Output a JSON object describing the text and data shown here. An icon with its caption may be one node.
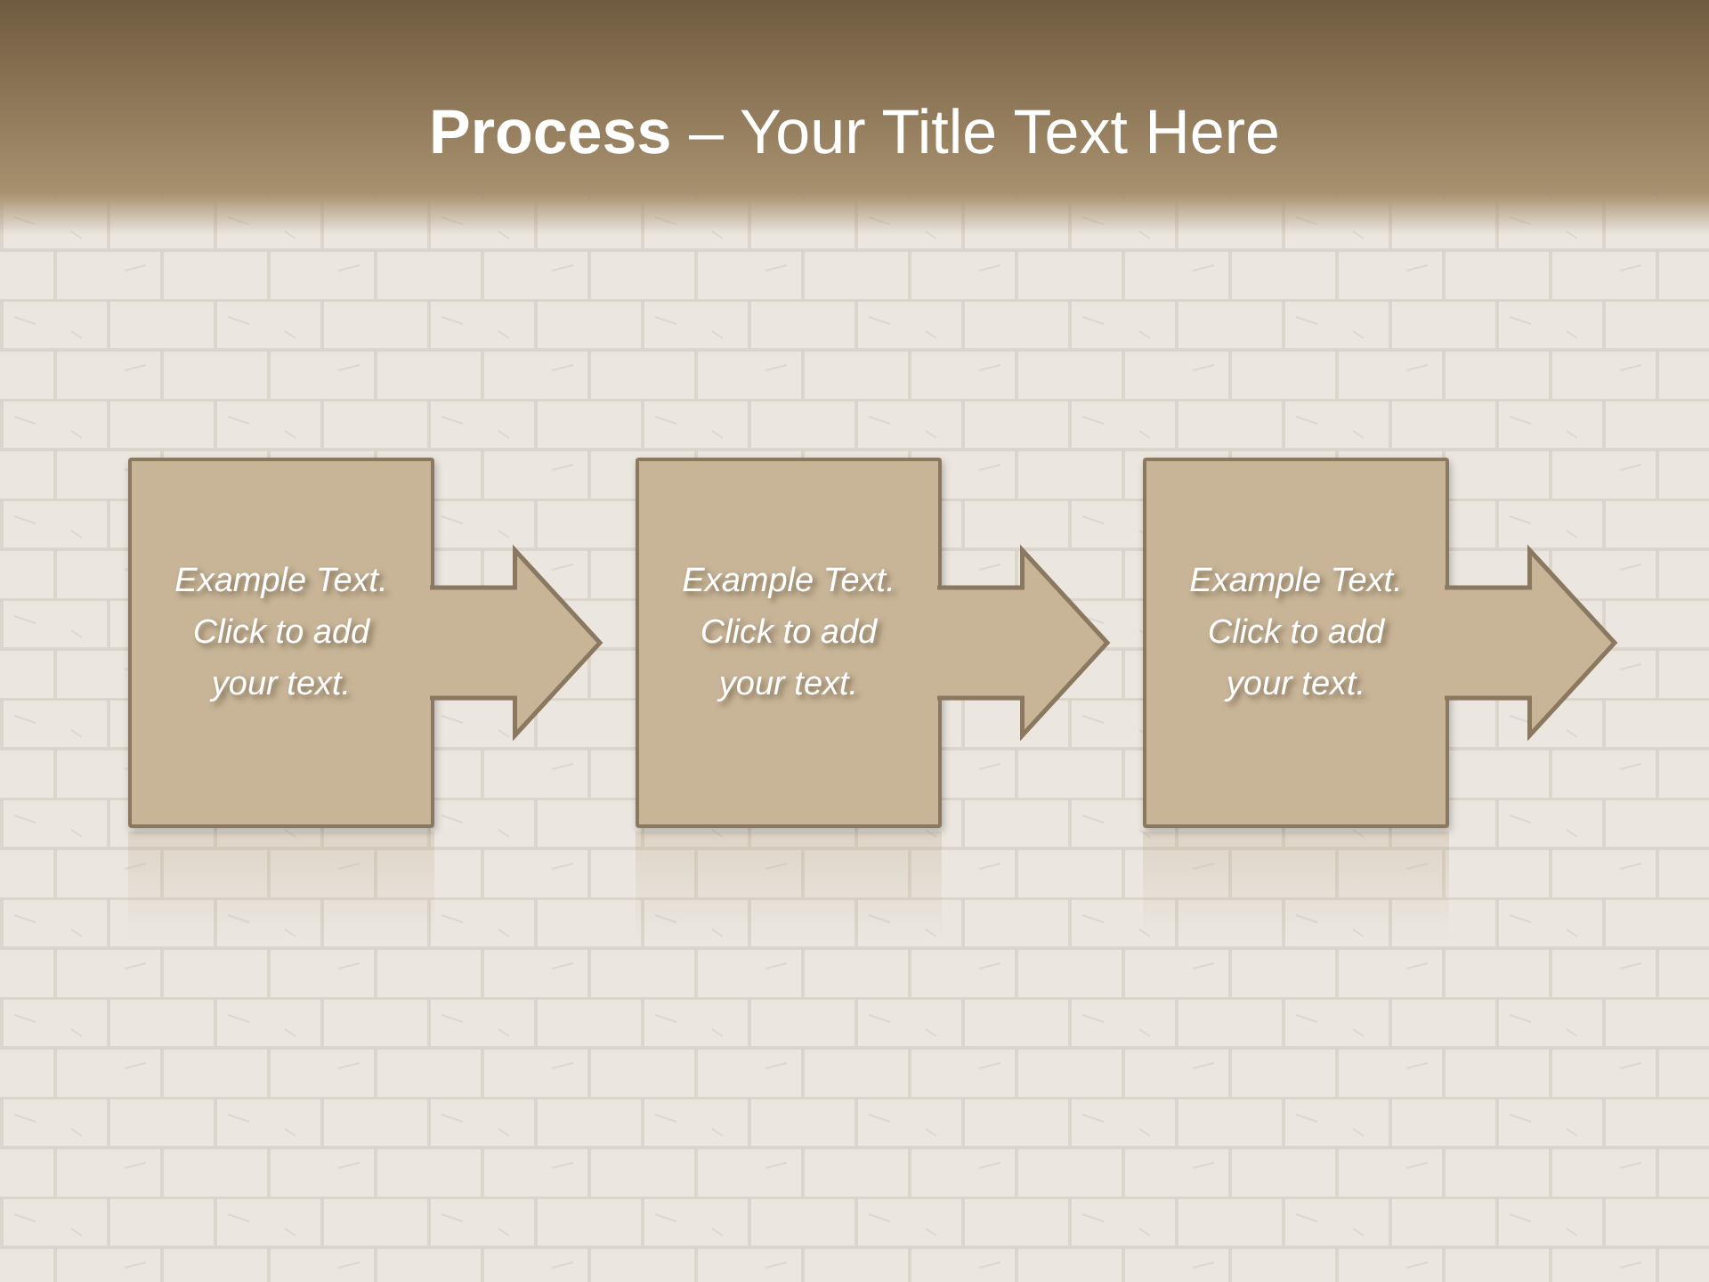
{
  "diagram": {
    "title": "**Process** – Your Title Text Here",
    "nodes": [
      {
        "text": [
          "Example Text. Click  to add your text."
        ]
      },
      {
        "text": [
          "Example Text. Click  to add your text."
        ]
      },
      {
        "text": [
          "Example Text. Click  to add your text."
        ]
      }
    ],
    "edges": [
      {
        "from": 0,
        "to": 1,
        "arrow": "to"
      },
      {
        "from": 1,
        "to": 2,
        "arrow": "to"
      },
      {
        "from": 2,
        "to": null,
        "arrow": "to"
      }
    ]
  }
}
